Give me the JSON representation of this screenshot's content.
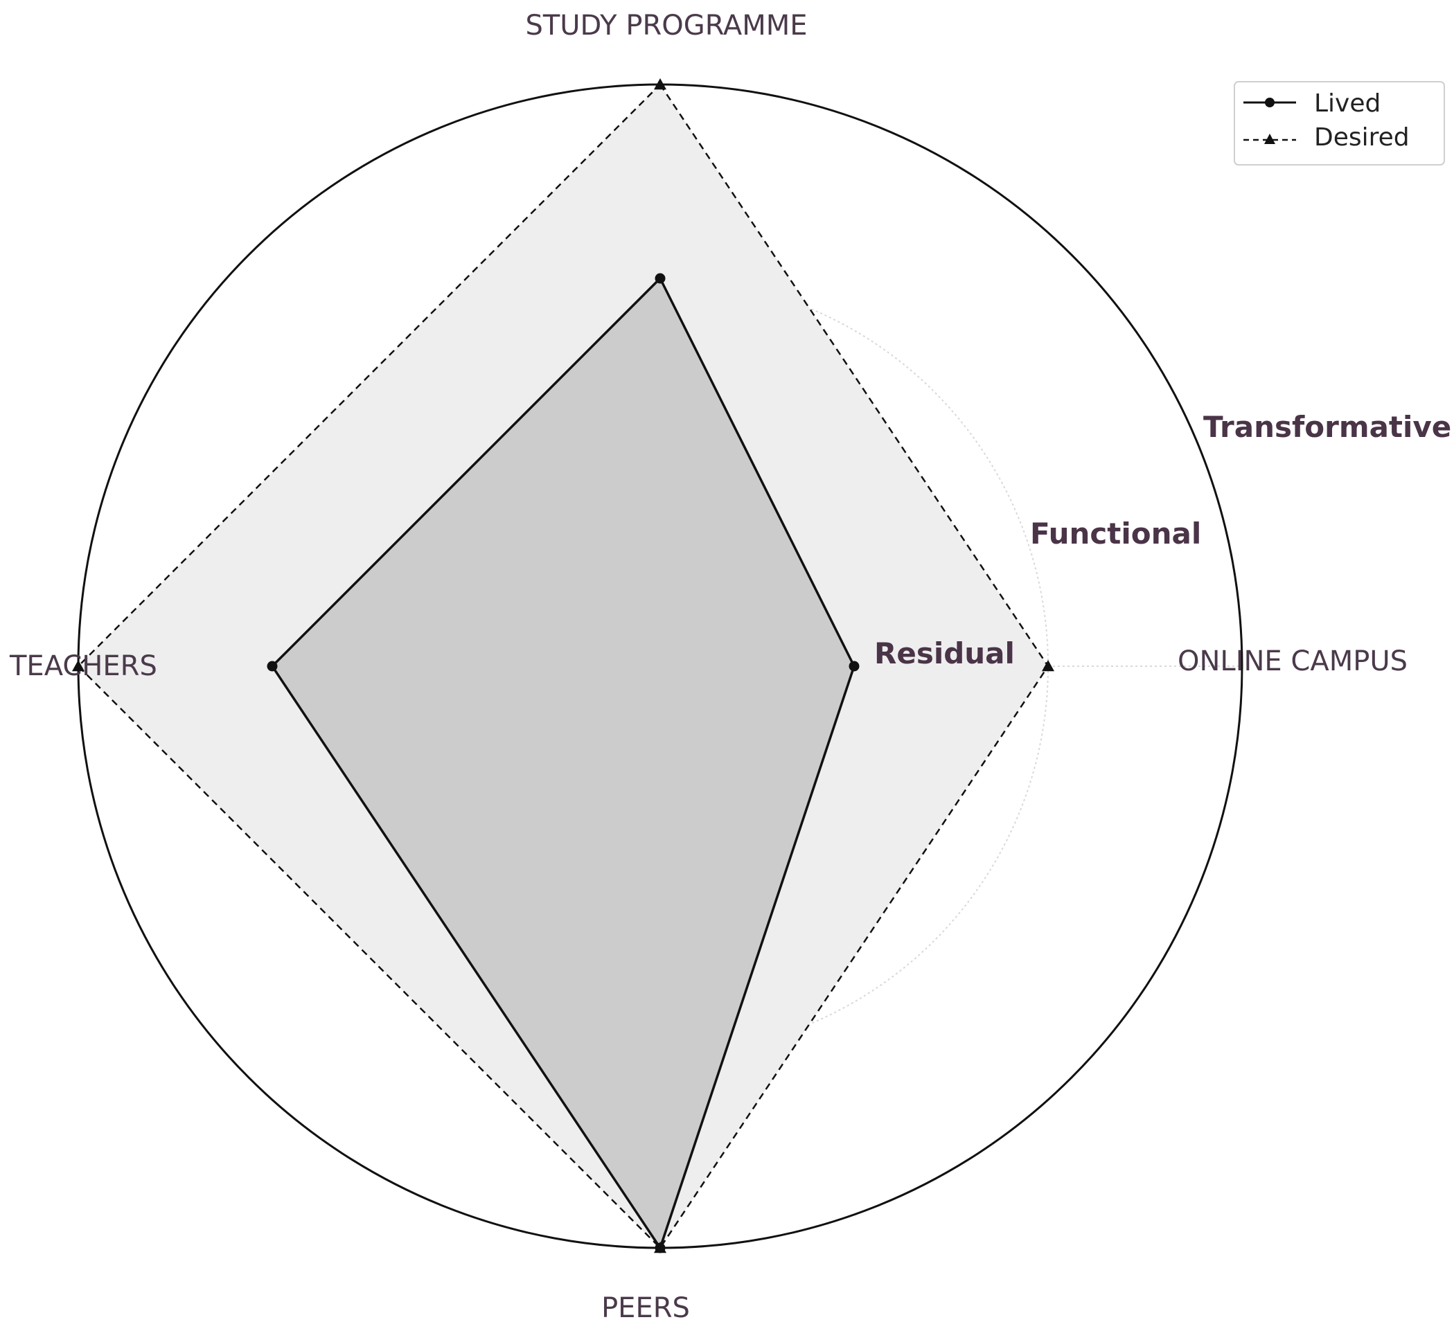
{
  "chart_data": {
    "type": "radar",
    "axes": [
      "STUDY PROGRAMME",
      "ONLINE CAMPUS",
      "PEERS",
      "TEACHERS"
    ],
    "levels": [
      "Residual",
      "Functional",
      "Transformative"
    ],
    "rmax": 3,
    "series": [
      {
        "name": "Lived",
        "values": [
          2,
          1,
          3,
          2
        ],
        "marker": "circle",
        "line": "solid"
      },
      {
        "name": "Desired",
        "values": [
          3,
          2,
          3,
          3
        ],
        "marker": "triangle",
        "line": "dashed"
      }
    ],
    "grid": true,
    "legend_position": "top-right",
    "colors": {
      "lived_fill": "#cccccc",
      "desired_fill": "#eeeeee",
      "line": "#111111",
      "grid": "#d8d8d8",
      "label": "#4a3a4a",
      "level_label": "#4a3447"
    }
  }
}
